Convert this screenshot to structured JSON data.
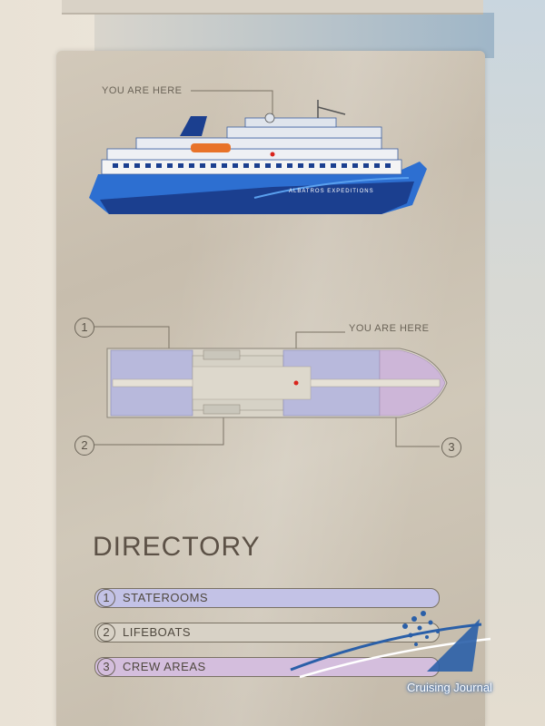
{
  "upper": {
    "you_are_here": "YOU ARE HERE"
  },
  "ship": {
    "brand": "ALBATROS EXPEDITIONS",
    "hull_color": "#2d6fd1",
    "hull_dark": "#1b3f8f"
  },
  "plan": {
    "you_are_here": "YOU ARE HERE",
    "callouts": [
      "1",
      "2",
      "3"
    ],
    "colors": {
      "staterooms": "#b8b9dc",
      "crew": "#cdb6d8",
      "lifeboats": "#c9c6bb"
    }
  },
  "directory": {
    "title": "DIRECTORY",
    "items": [
      {
        "num": "1",
        "label": "STATEROOMS",
        "color": "#c3c2e6"
      },
      {
        "num": "2",
        "label": "LIFEBOATS",
        "color": "#d8d2c6"
      },
      {
        "num": "3",
        "label": "CREW AREAS",
        "color": "#d4bedd"
      }
    ]
  },
  "watermark": {
    "text": "Cruising Journal",
    "color": "#2a5fa8"
  }
}
